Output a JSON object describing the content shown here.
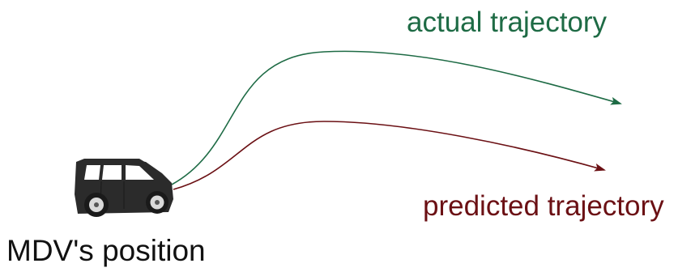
{
  "labels": {
    "actual": "actual trajectory",
    "predicted": "predicted trajectory",
    "position": "MDV's position"
  },
  "colors": {
    "actual": "#1e6b45",
    "predicted": "#6b1014",
    "car_body": "#2b2b2b",
    "car_window": "#ffffff",
    "wheel_rim": "#d9d9d9",
    "text": "#111111"
  },
  "icons": {
    "vehicle": "suv-car-icon"
  }
}
